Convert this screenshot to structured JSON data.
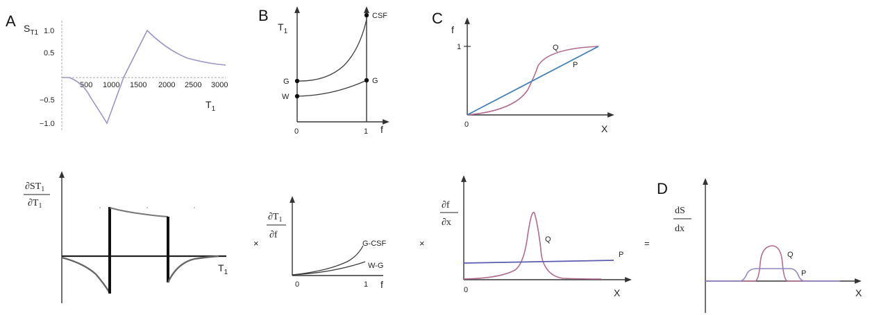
{
  "panel_letters": {
    "a": "A",
    "b": "B",
    "c": "C",
    "d": "D"
  },
  "panel_a": {
    "y_label_main": "S",
    "y_label_sub": "T1",
    "x_label": "T",
    "x_label_sub": "1",
    "x_ticks": [
      "500",
      "1000",
      "1500",
      "2000",
      "2500",
      "3000"
    ],
    "y_ticks": [
      "1.0",
      "0.5",
      "−0.5",
      "−1.0"
    ],
    "curve_color": "#9a94c8"
  },
  "panel_b": {
    "y_label": "T",
    "y_label_sub": "1",
    "x_label": "f",
    "tick_0": "0",
    "tick_1": "1",
    "point_labels": {
      "csf": "CSF",
      "g_left": "G",
      "g_right": "G",
      "w": "W"
    }
  },
  "panel_c": {
    "y_label": "f",
    "x_label": "X",
    "tick_0": "0",
    "tick_1": "1",
    "curve_q": "Q",
    "curve_p": "P",
    "q_color": "#b06a8e",
    "p_color": "#3f7fb8"
  },
  "bottom_row": {
    "dst_num": "∂ST",
    "dst_num_sub": "1",
    "dst_den": "∂T",
    "dst_den_sub": "1",
    "dst_x_label": "T",
    "dst_x_label_sub": "1",
    "dt_num": "∂T",
    "dt_num_sub": "1",
    "dt_den": "∂f",
    "dt_x_label": "f",
    "dt_tick_0": "0",
    "dt_tick_1": "1",
    "dt_curve_gcsf": "G-CSF",
    "dt_curve_wg": "W-G",
    "df_num": "∂f",
    "df_den": "∂x",
    "df_x_label": "X",
    "df_tick_0": "0",
    "df_curve_q": "Q",
    "df_curve_p": "P",
    "times_1": "×",
    "times_2": "×",
    "equals": "=",
    "ds_num": "dS",
    "ds_den": "dx",
    "ds_x_label": "X",
    "ds_curve_q": "Q",
    "ds_curve_p": "P"
  },
  "colors": {
    "axis": "#333333",
    "dark_curve": "#3a3a3a",
    "purple": "#8f86c4",
    "magenta": "#b06a8e",
    "blue_line": "#5a5ab0"
  }
}
